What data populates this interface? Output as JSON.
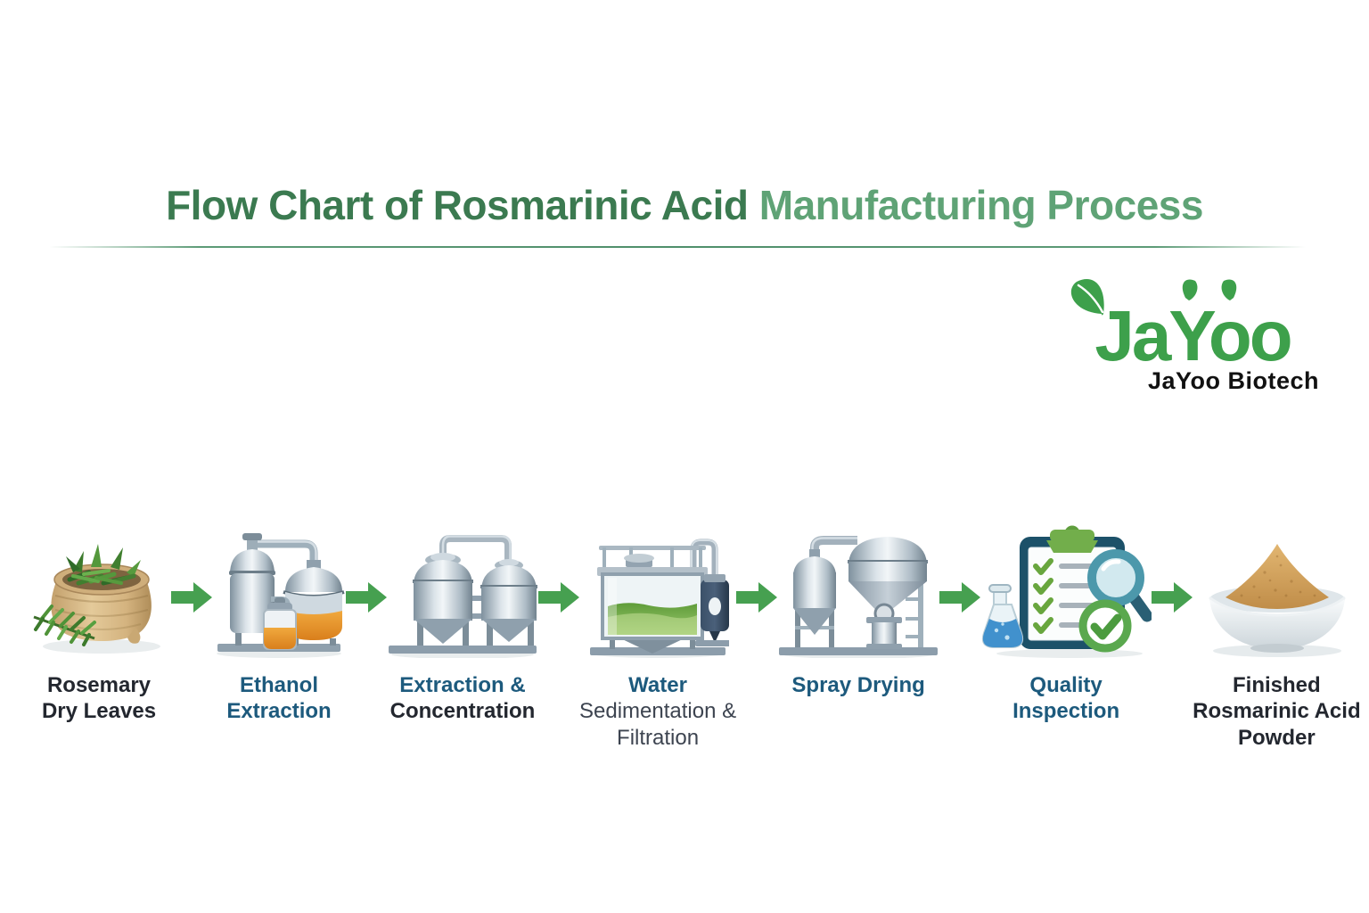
{
  "title": {
    "part1": "Flow Chart of Rosmarinic Acid",
    "part2": " Manufacturing Process"
  },
  "logo": {
    "brand": "JaYoo",
    "subtitle": "JaYoo Biotech"
  },
  "steps": [
    {
      "name": "rosemary-dry-leaves",
      "lines": [
        "Rosemary",
        "Dry Leaves"
      ]
    },
    {
      "name": "ethanol-extraction",
      "lines": [
        "Ethanol",
        "Extraction"
      ]
    },
    {
      "name": "extraction-concentration",
      "lines": [
        "Extraction &",
        "Concentration"
      ]
    },
    {
      "name": "water-sedimentation-filtration",
      "lines": [
        "Water",
        "Sedimentation &",
        "Filtration"
      ]
    },
    {
      "name": "spray-drying",
      "lines": [
        "Spray Drying"
      ]
    },
    {
      "name": "quality-inspection",
      "lines": [
        "Quality",
        "Inspection"
      ]
    },
    {
      "name": "finished-rosmarinic-acid-powder",
      "lines": [
        "Finished",
        "Rosmarinic Acid",
        "Powder"
      ]
    }
  ],
  "colors": {
    "title_green_dark": "#3b7a50",
    "title_green_light": "#5fa376",
    "arrow_green": "#46a050",
    "label_teal": "#1d5a7d",
    "label_dark": "#23272f",
    "logo_green": "#3da04b",
    "logo_text": "#111111"
  }
}
